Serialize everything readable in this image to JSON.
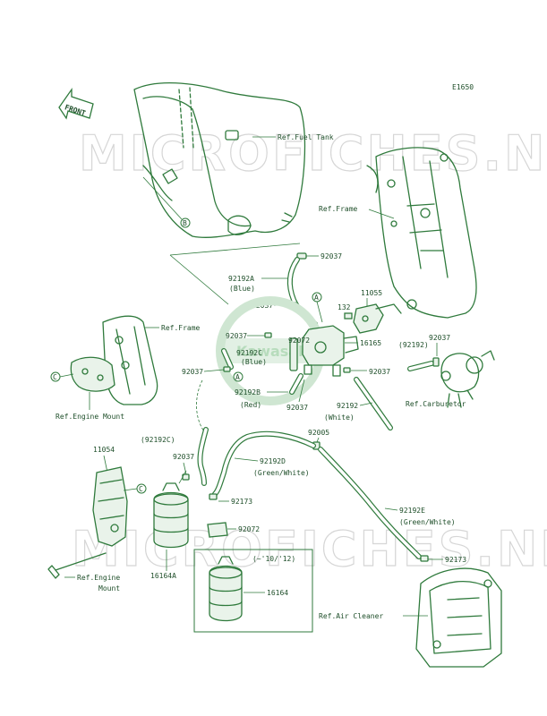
{
  "diagram_code": "E1650",
  "front_arrow": "FRONT",
  "watermark": "MICROFICHES.NET",
  "logo_text": "Kawasaki",
  "callouts": {
    "a": "A",
    "b": "B",
    "c": "C"
  },
  "labels": {
    "ref_fuel_tank": "Ref.Fuel Tank",
    "ref_frame_top": "Ref.Frame",
    "ref_frame_left": "Ref.Frame",
    "ref_engine_mount_1": "Ref.Engine Mount",
    "ref_engine_mount_2a": "Ref.Engine",
    "ref_engine_mount_2b": "Mount",
    "ref_carburetor": "Ref.Carburetor",
    "ref_air_cleaner": "Ref.Air Cleaner",
    "p92037_top": "92037",
    "p92192a": "92192A",
    "p92192a_color": "(Blue)",
    "p11055": "11055",
    "p92037_mid": "92037",
    "p132": "132",
    "p92037_left": "92037",
    "p92072_top": "92072",
    "p16165": "16165",
    "p92192_paren": "(92192)",
    "p92037_carb": "92037",
    "p92037_l2": "92037",
    "p92192c": "92192C",
    "p92192c_color": "(Blue)",
    "p92037_r": "92037",
    "p92192b": "92192B",
    "p92192b_color": "(Red)",
    "p92037_b": "92037",
    "p92192": "92192",
    "p92192_color": "(White)",
    "p92005": "92005",
    "p92192c_paren": "(92192C)",
    "p92192d": "92192D",
    "p92192d_color": "(Green/White)",
    "p11054": "11054",
    "p92037_low": "92037",
    "p92173_a": "92173",
    "p92192e": "92192E",
    "p92192e_color": "(Green/White)",
    "p92072_low": "92072",
    "p92173_b": "92173",
    "p16164a": "16164A",
    "inset_years": "(~'10/'12)",
    "p16164": "16164"
  }
}
